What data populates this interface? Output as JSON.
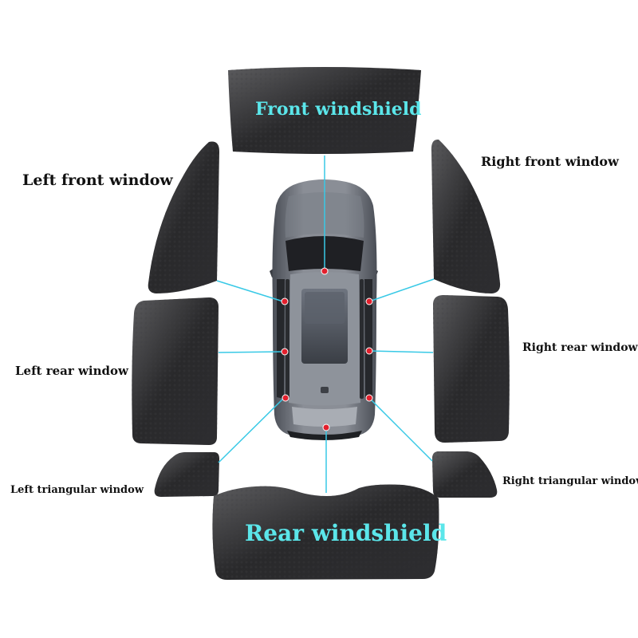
{
  "labels": {
    "front_windshield": "Front windshield",
    "rear_windshield": "Rear windshield",
    "left_front_window": "Left front window",
    "right_front_window": "Right front window",
    "left_rear_window": "Left rear window",
    "right_rear_window": "Right rear window",
    "left_triangular_window": "Left triangular window",
    "right_triangular_window": "Right triangular window"
  },
  "colors": {
    "windshield_text": "#5be6ea",
    "connector_line": "#38c9e6",
    "marker_dot": "#e2202d",
    "shade_dark": "#1c1c1e",
    "shade_light": "#4a4a4c",
    "car_body": "#6b6f78",
    "label_text": "#111111"
  }
}
